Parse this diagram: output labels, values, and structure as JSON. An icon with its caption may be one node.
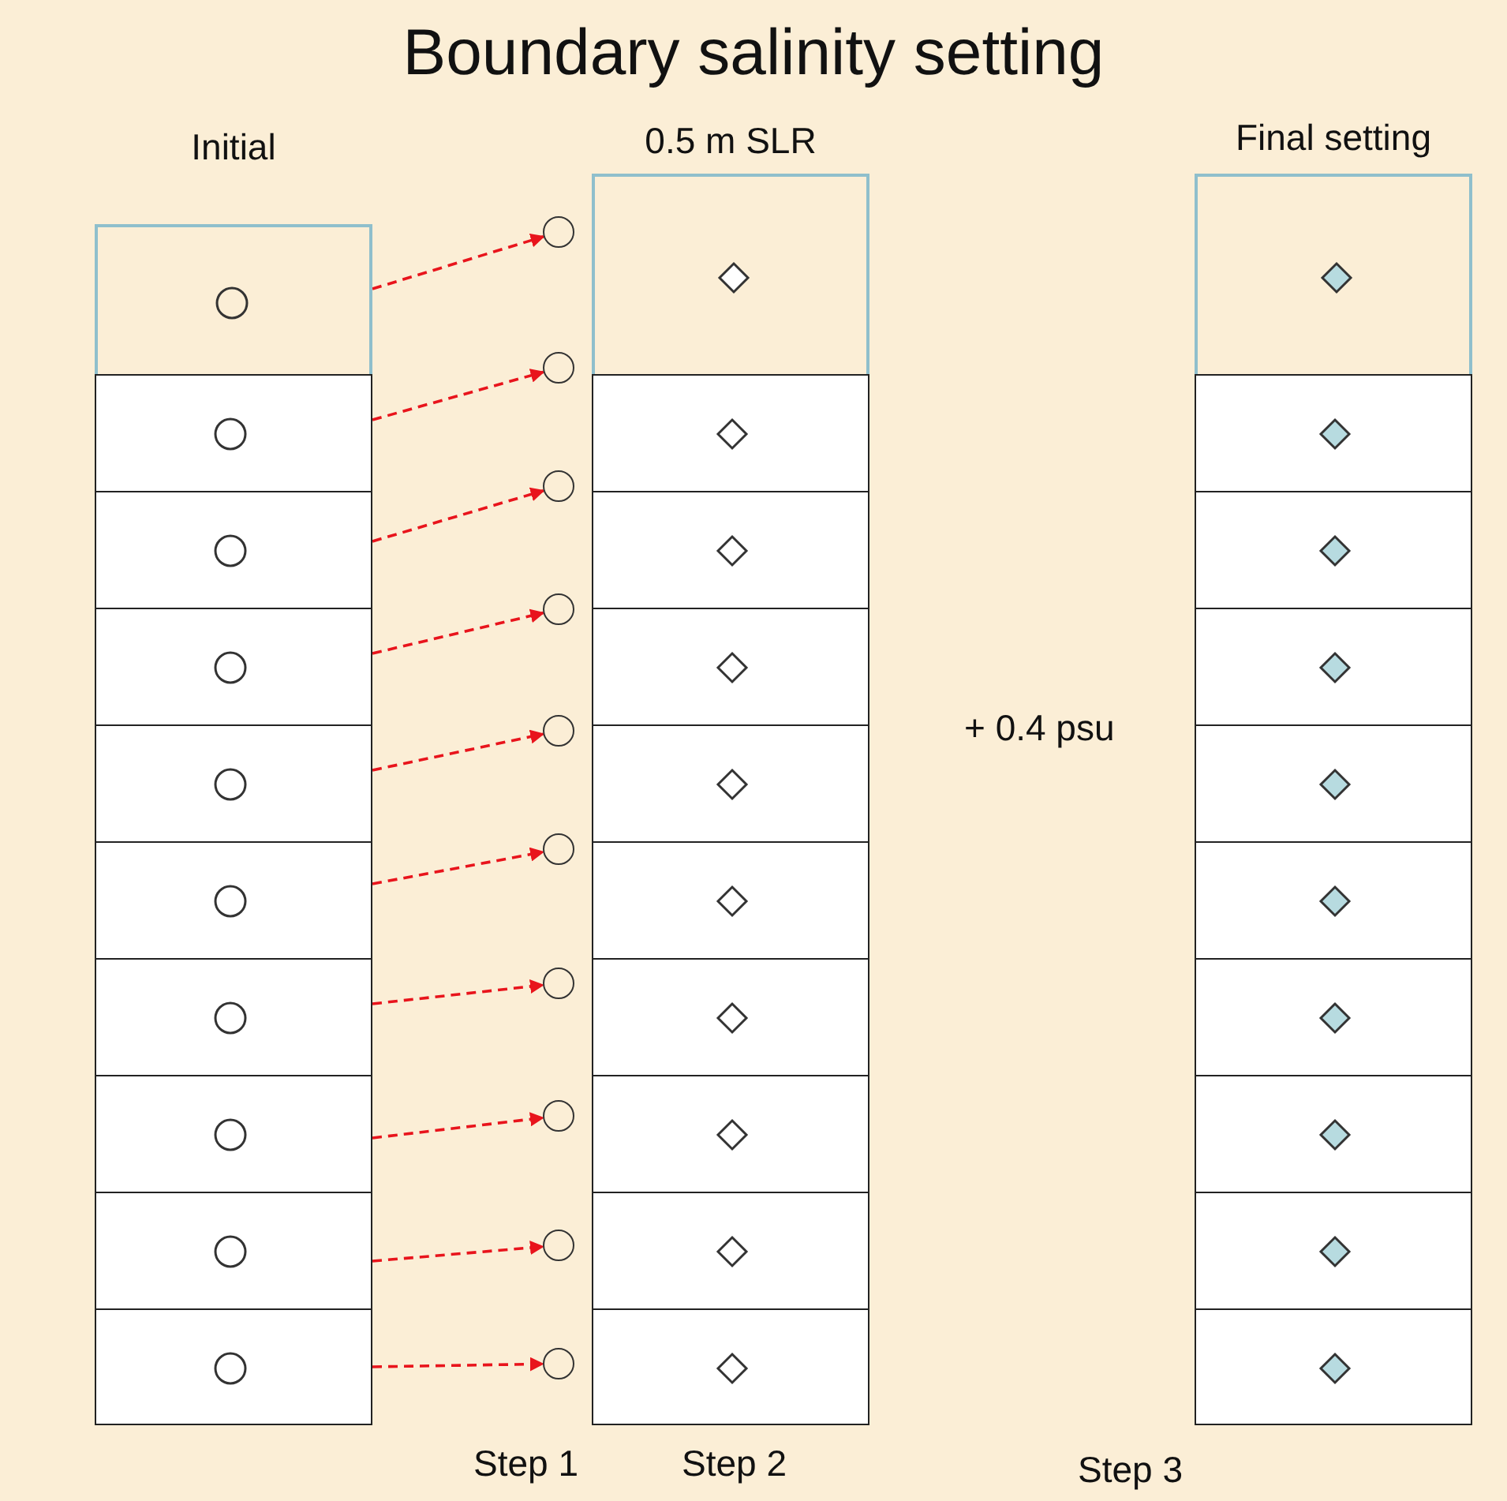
{
  "diagram": {
    "title": "Boundary salinity setting",
    "nodes": [
      {
        "text": [
          "Initial"
        ]
      },
      {
        "text": [],
        "shape": "box",
        "in": 0
      },
      {
        "text": [],
        "shape": "box",
        "in": 0
      },
      {
        "text": [],
        "shape": "box",
        "in": 0
      },
      {
        "text": [],
        "shape": "box",
        "in": 0
      },
      {
        "text": [],
        "shape": "box",
        "in": 0
      },
      {
        "text": [],
        "shape": "box",
        "in": 0
      },
      {
        "text": [],
        "shape": "box",
        "in": 0
      },
      {
        "text": [],
        "shape": "box",
        "in": 0
      },
      {
        "text": [],
        "shape": "box",
        "in": 0
      },
      {
        "text": [],
        "shape": "box",
        "in": 0
      },
      {
        "text": [],
        "shape": "circle"
      },
      {
        "text": [],
        "shape": "circle"
      },
      {
        "text": [],
        "shape": "circle"
      },
      {
        "text": [],
        "shape": "circle"
      },
      {
        "text": [],
        "shape": "circle"
      },
      {
        "text": [],
        "shape": "circle"
      },
      {
        "text": [],
        "shape": "circle"
      },
      {
        "text": [],
        "shape": "circle"
      },
      {
        "text": [],
        "shape": "circle"
      },
      {
        "text": [],
        "shape": "circle"
      },
      {
        "text": [
          "0.5 m SLR"
        ]
      },
      {
        "text": [],
        "shape": "box",
        "in": 21
      },
      {
        "text": [],
        "shape": "box",
        "in": 21
      },
      {
        "text": [],
        "shape": "box",
        "in": 21
      },
      {
        "text": [],
        "shape": "box",
        "in": 21
      },
      {
        "text": [],
        "shape": "box",
        "in": 21
      },
      {
        "text": [],
        "shape": "box",
        "in": 21
      },
      {
        "text": [],
        "shape": "box",
        "in": 21
      },
      {
        "text": [],
        "shape": "box",
        "in": 21
      },
      {
        "text": [],
        "shape": "box",
        "in": 21
      },
      {
        "text": [],
        "shape": "box",
        "in": 21
      },
      {
        "text": [
          "Final setting"
        ]
      },
      {
        "text": [],
        "shape": "box",
        "in": 32
      },
      {
        "text": [],
        "shape": "box",
        "in": 32
      },
      {
        "text": [],
        "shape": "box",
        "in": 32
      },
      {
        "text": [],
        "shape": "box",
        "in": 32
      },
      {
        "text": [],
        "shape": "box",
        "in": 32
      },
      {
        "text": [],
        "shape": "box",
        "in": 32
      },
      {
        "text": [],
        "shape": "box",
        "in": 32
      },
      {
        "text": [],
        "shape": "box",
        "in": 32
      },
      {
        "text": [],
        "shape": "box",
        "in": 32
      },
      {
        "text": [],
        "shape": "box",
        "in": 32
      }
    ],
    "edges": [
      {
        "from": 1,
        "to": 11,
        "arrow": "to",
        "style": "dashed"
      },
      {
        "from": 2,
        "to": 12,
        "arrow": "to",
        "style": "dashed"
      },
      {
        "from": 3,
        "to": 13,
        "arrow": "to",
        "style": "dashed"
      },
      {
        "from": 4,
        "to": 14,
        "arrow": "to",
        "style": "dashed"
      },
      {
        "from": 5,
        "to": 15,
        "arrow": "to",
        "style": "dashed"
      },
      {
        "from": 6,
        "to": 16,
        "arrow": "to",
        "style": "dashed"
      },
      {
        "from": 7,
        "to": 17,
        "arrow": "to",
        "style": "dashed"
      },
      {
        "from": 8,
        "to": 18,
        "arrow": "to",
        "style": "dashed"
      },
      {
        "from": 9,
        "to": 19,
        "arrow": "to",
        "style": "dashed"
      },
      {
        "from": 10,
        "to": 20,
        "arrow": "to",
        "style": "dashed"
      }
    ],
    "labels": [
      "+ 0.4 psu",
      "Step 1",
      "Step 2",
      "Step 3"
    ]
  }
}
